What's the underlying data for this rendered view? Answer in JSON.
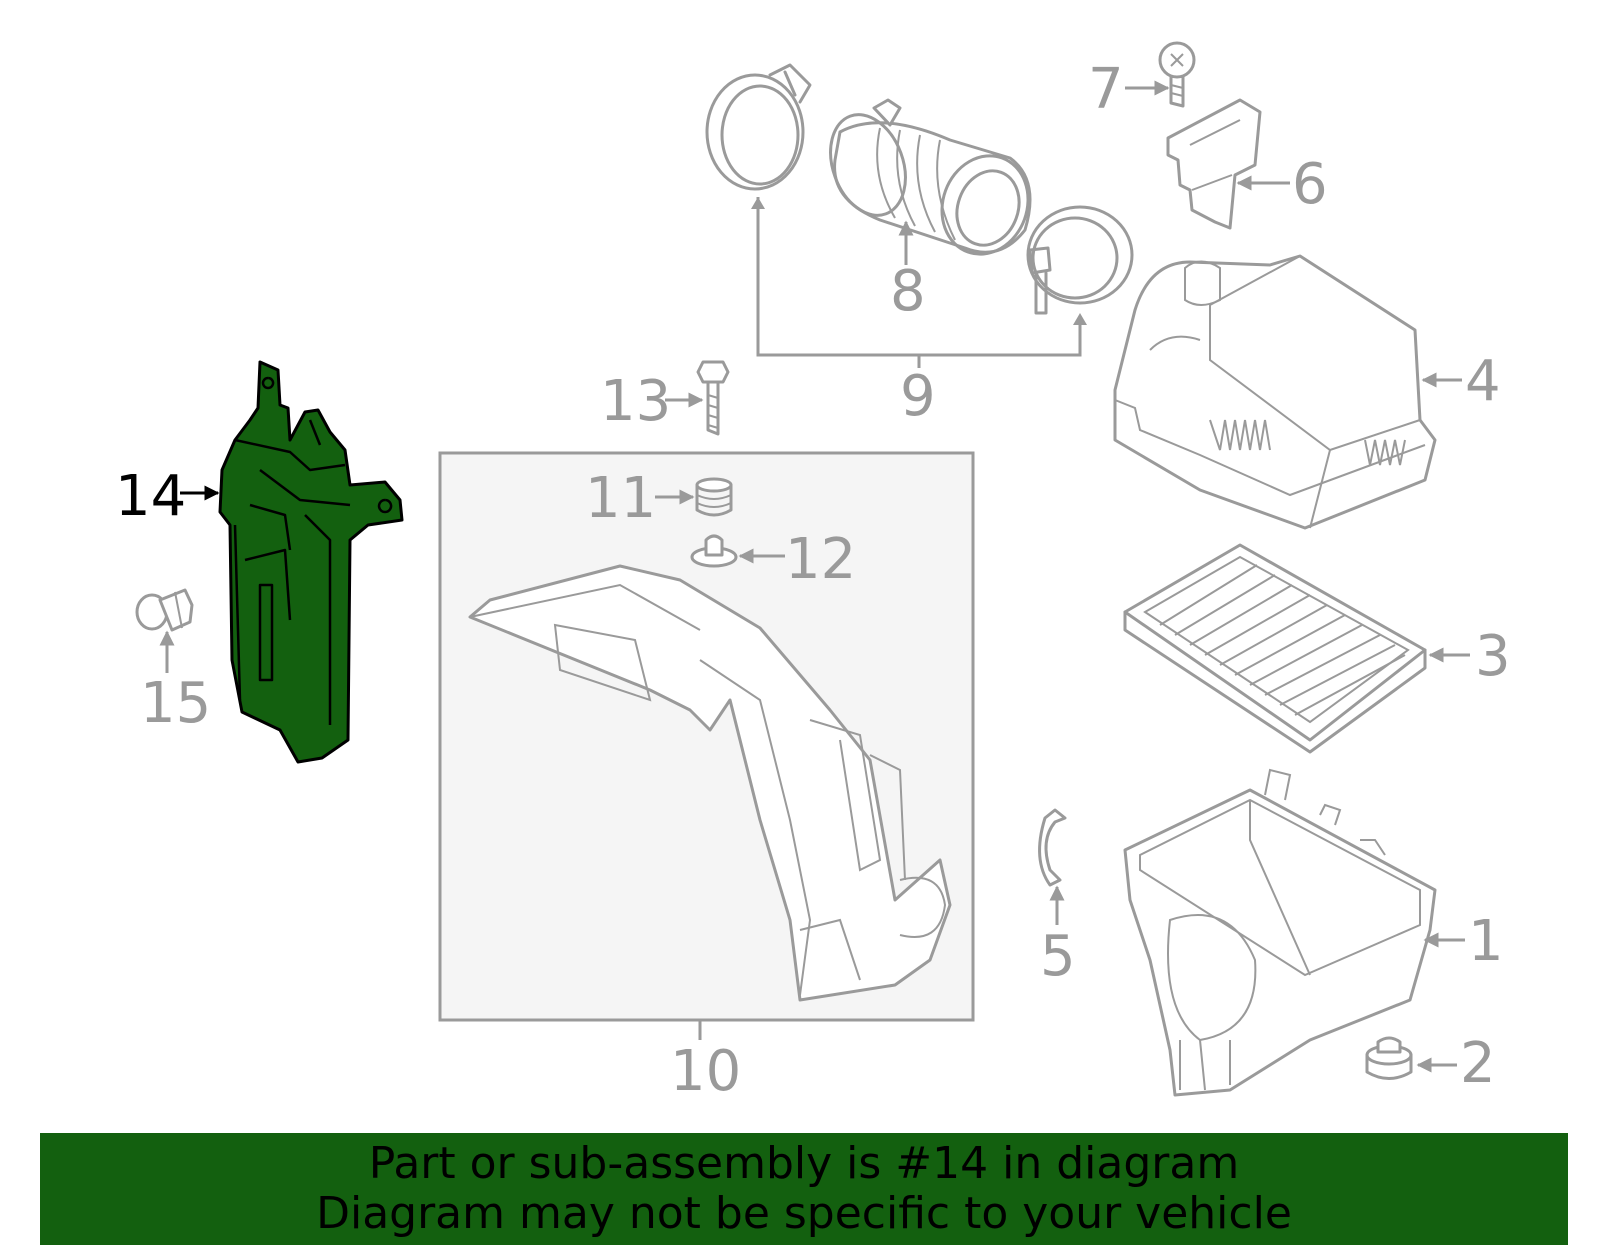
{
  "callouts": {
    "c1": "1",
    "c2": "2",
    "c3": "3",
    "c4": "4",
    "c5": "5",
    "c6": "6",
    "c7": "7",
    "c8": "8",
    "c9": "9",
    "c10": "10",
    "c11": "11",
    "c12": "12",
    "c13": "13",
    "c14": "14",
    "c15": "15"
  },
  "highlighted_part": "14",
  "banner": {
    "line1": "Part or sub-assembly is #14 in diagram",
    "line2": "Diagram may not be specific to your vehicle"
  },
  "colors": {
    "highlight": "#13600f",
    "line": "#9a9a9a",
    "panel": "#f5f5f5"
  }
}
